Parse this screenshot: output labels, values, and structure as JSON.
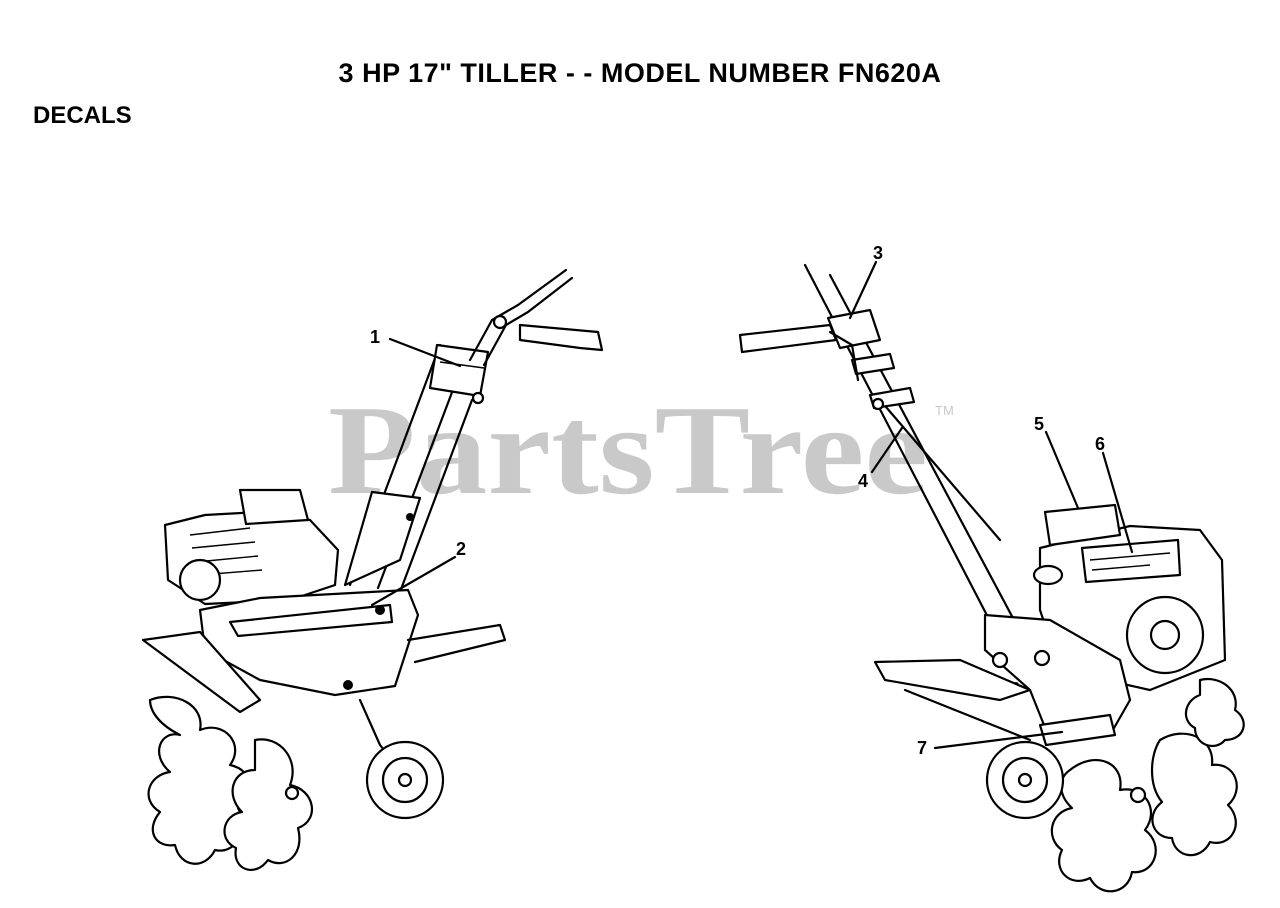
{
  "header": {
    "title": "3 HP 17\" TILLER - - MODEL NUMBER FN620A",
    "section": "DECALS"
  },
  "watermark": {
    "text": "PartsTree",
    "tm": "TM"
  },
  "callouts": [
    {
      "number": "1"
    },
    {
      "number": "2"
    },
    {
      "number": "3"
    },
    {
      "number": "4"
    },
    {
      "number": "5"
    },
    {
      "number": "6"
    },
    {
      "number": "7"
    }
  ]
}
